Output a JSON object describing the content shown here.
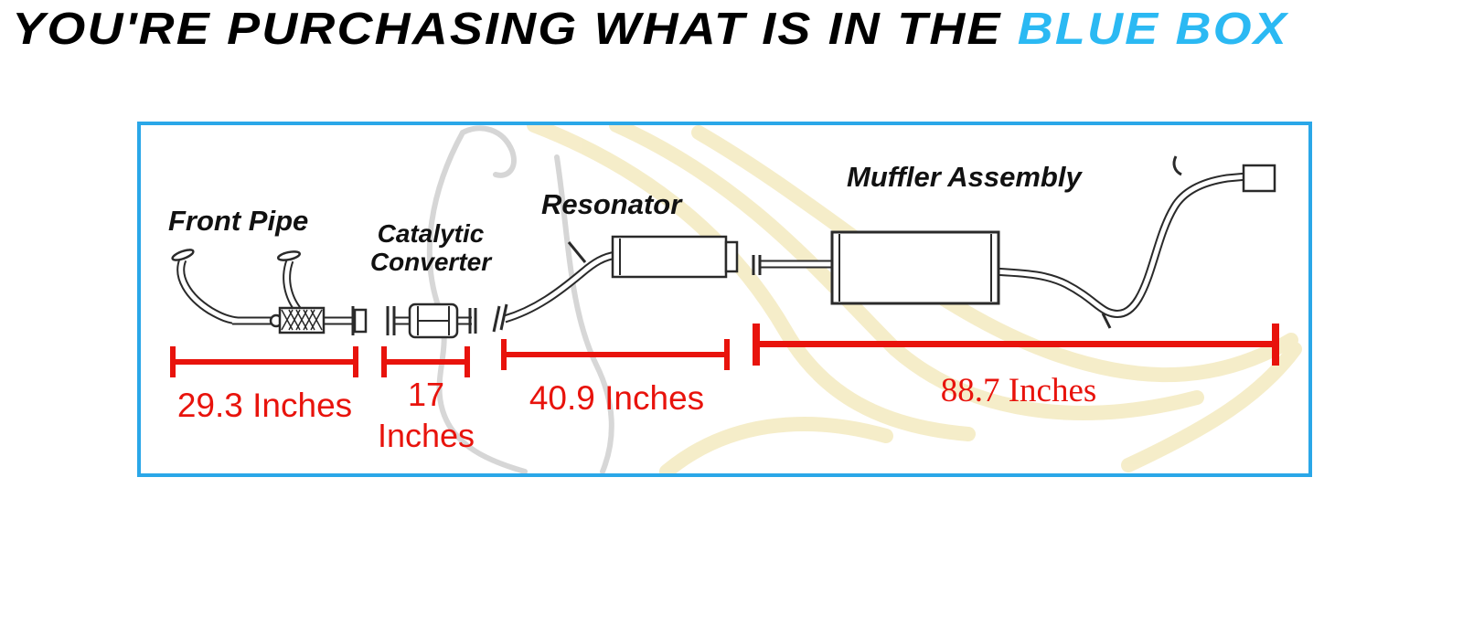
{
  "header": {
    "text_prefix": "YOU'RE PURCHASING WHAT IS IN THE ",
    "text_highlight": "BLUE BOX"
  },
  "colors": {
    "highlight": "#2bb9f3",
    "box-border": "#2aa7e8",
    "measure": "#e8130c",
    "ink": "#1c1c1c"
  },
  "diagram": {
    "watermark": "horse-logo",
    "parts": [
      {
        "label": "Front Pipe",
        "measurement": "29.3 Inches"
      },
      {
        "label": "Catalytic Converter",
        "measurement": "17 Inches"
      },
      {
        "label": "Resonator",
        "measurement": "40.9 Inches"
      },
      {
        "label": "Muffler Assembly",
        "measurement": "88.7 Inches"
      }
    ]
  }
}
